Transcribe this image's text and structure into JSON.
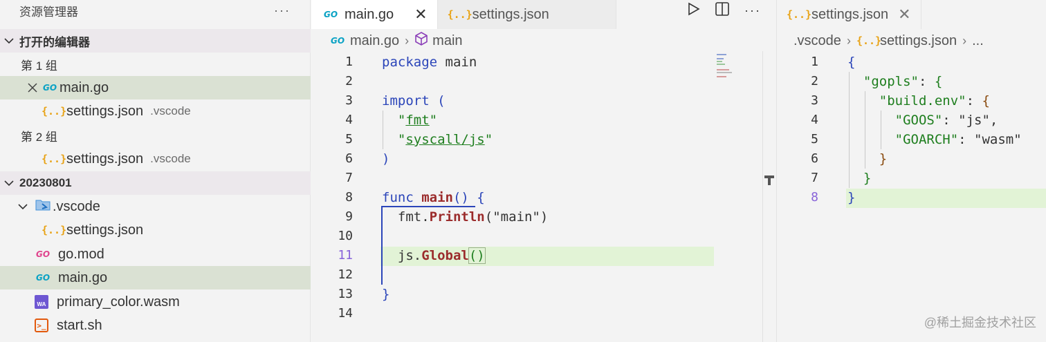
{
  "explorer": {
    "title": "资源管理器",
    "more": "···",
    "open_editors": {
      "label": "打开的编辑器",
      "group1_label": "第 1 组",
      "group1_files": [
        {
          "name": "main.go",
          "desc": ""
        },
        {
          "name": "settings.json",
          "desc": ".vscode"
        }
      ],
      "group2_label": "第 2 组",
      "group2_files": [
        {
          "name": "settings.json",
          "desc": ".vscode"
        }
      ]
    },
    "folder": {
      "label": "20230801",
      "items": [
        {
          "name": ".vscode"
        },
        {
          "name": "settings.json"
        },
        {
          "name": "go.mod"
        },
        {
          "name": "main.go"
        },
        {
          "name": "primary_color.wasm"
        },
        {
          "name": "start.sh"
        }
      ]
    }
  },
  "editor1": {
    "tabs": [
      {
        "label": "main.go",
        "close": "✕"
      },
      {
        "label": "settings.json"
      }
    ],
    "breadcrumb": {
      "file": "main.go",
      "symbol": "main"
    },
    "current_line": "11"
  },
  "editor2": {
    "tab": {
      "label": "settings.json",
      "close": "✕"
    },
    "breadcrumb": {
      "folder": ".vscode",
      "file": "settings.json",
      "more": "..."
    },
    "current_line": "8"
  },
  "icons": {
    "go": "GO",
    "json": "{..}",
    "wasm": "WA",
    "shell": ">_"
  },
  "watermark": "@稀土掘金技术社区",
  "colors": {
    "keyword": "#2b45b9",
    "function": "#9b2c2c",
    "string": "#1e7e1e",
    "current_line": "#e2f3d6",
    "selected_row": "#dae1d3",
    "section": "#ece8ec"
  }
}
